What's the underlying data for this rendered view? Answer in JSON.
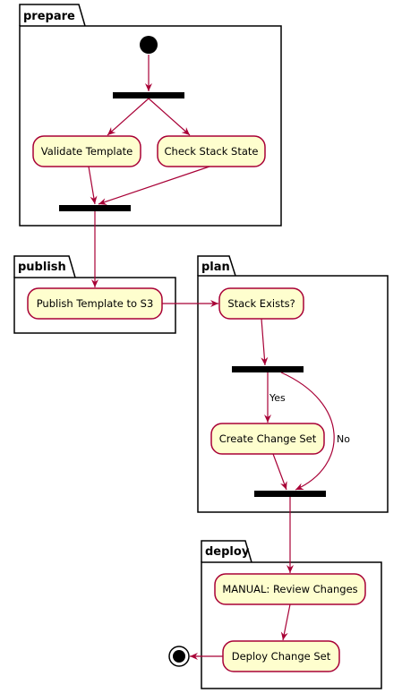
{
  "colors": {
    "node_fill": "#FEFECE",
    "node_border": "#A80036",
    "arrow": "#A80036",
    "bar": "#000000",
    "package_border": "#000000",
    "package_fill": "#FFFFFF"
  },
  "packages": {
    "prepare": {
      "title": "prepare"
    },
    "publish": {
      "title": "publish"
    },
    "plan": {
      "title": "plan"
    },
    "deploy": {
      "title": "deploy"
    }
  },
  "nodes": {
    "validate_template": "Validate Template",
    "check_stack_state": "Check Stack State",
    "publish_template": "Publish Template to S3",
    "stack_exists": "Stack Exists?",
    "create_change_set": "Create Change Set",
    "review_changes": "MANUAL: Review Changes",
    "deploy_change_set": "Deploy Change Set"
  },
  "edge_labels": {
    "yes": "Yes",
    "no": "No"
  }
}
